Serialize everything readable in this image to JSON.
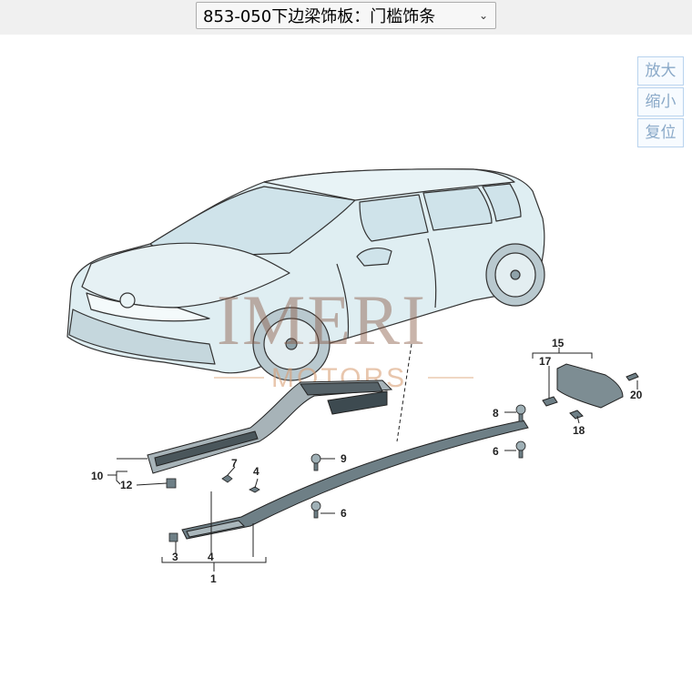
{
  "header": {
    "selected_diagram": "853-050下边梁饰板：门槛饰条",
    "dropdown_icon": "chevron-down-icon"
  },
  "zoom_controls": {
    "zoom_in": "放大",
    "zoom_out": "缩小",
    "reset": "复位"
  },
  "watermark": {
    "brand": "IMERI",
    "sub": "MOTORS"
  },
  "callouts": [
    {
      "id": "c1",
      "text": "1"
    },
    {
      "id": "c3",
      "text": "3"
    },
    {
      "id": "c4a",
      "text": "4"
    },
    {
      "id": "c4b",
      "text": "4"
    },
    {
      "id": "c6a",
      "text": "6"
    },
    {
      "id": "c6b",
      "text": "6"
    },
    {
      "id": "c7",
      "text": "7"
    },
    {
      "id": "c8",
      "text": "8"
    },
    {
      "id": "c9",
      "text": "9"
    },
    {
      "id": "c10",
      "text": "10"
    },
    {
      "id": "c12",
      "text": "12"
    },
    {
      "id": "c15",
      "text": "15"
    },
    {
      "id": "c17",
      "text": "17"
    },
    {
      "id": "c18",
      "text": "18"
    },
    {
      "id": "c20",
      "text": "20"
    }
  ],
  "colors": {
    "car_fill": "#dfeef2",
    "car_line": "#333333",
    "part_fill": "#6e7f86",
    "part_dark": "#3d4a50"
  }
}
